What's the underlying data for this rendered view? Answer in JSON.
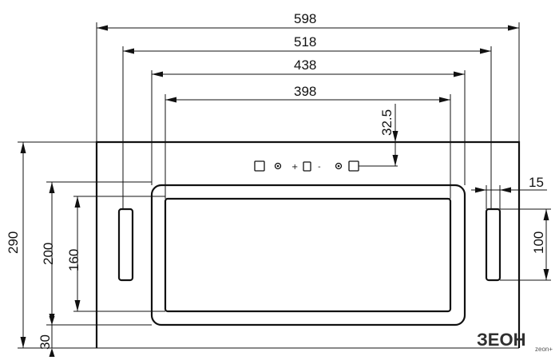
{
  "dimensions": {
    "width_598": "598",
    "width_518": "518",
    "width_438": "438",
    "width_398": "398",
    "offset_32_5": "32.5",
    "width_15": "15",
    "height_290": "290",
    "height_200": "200",
    "height_160": "160",
    "height_100": "100",
    "height_30": "30"
  },
  "controls": {
    "plus": "+",
    "minus": "-"
  },
  "brand": {
    "logo_text": "ЗЕОН",
    "tagline": "zeon+"
  }
}
